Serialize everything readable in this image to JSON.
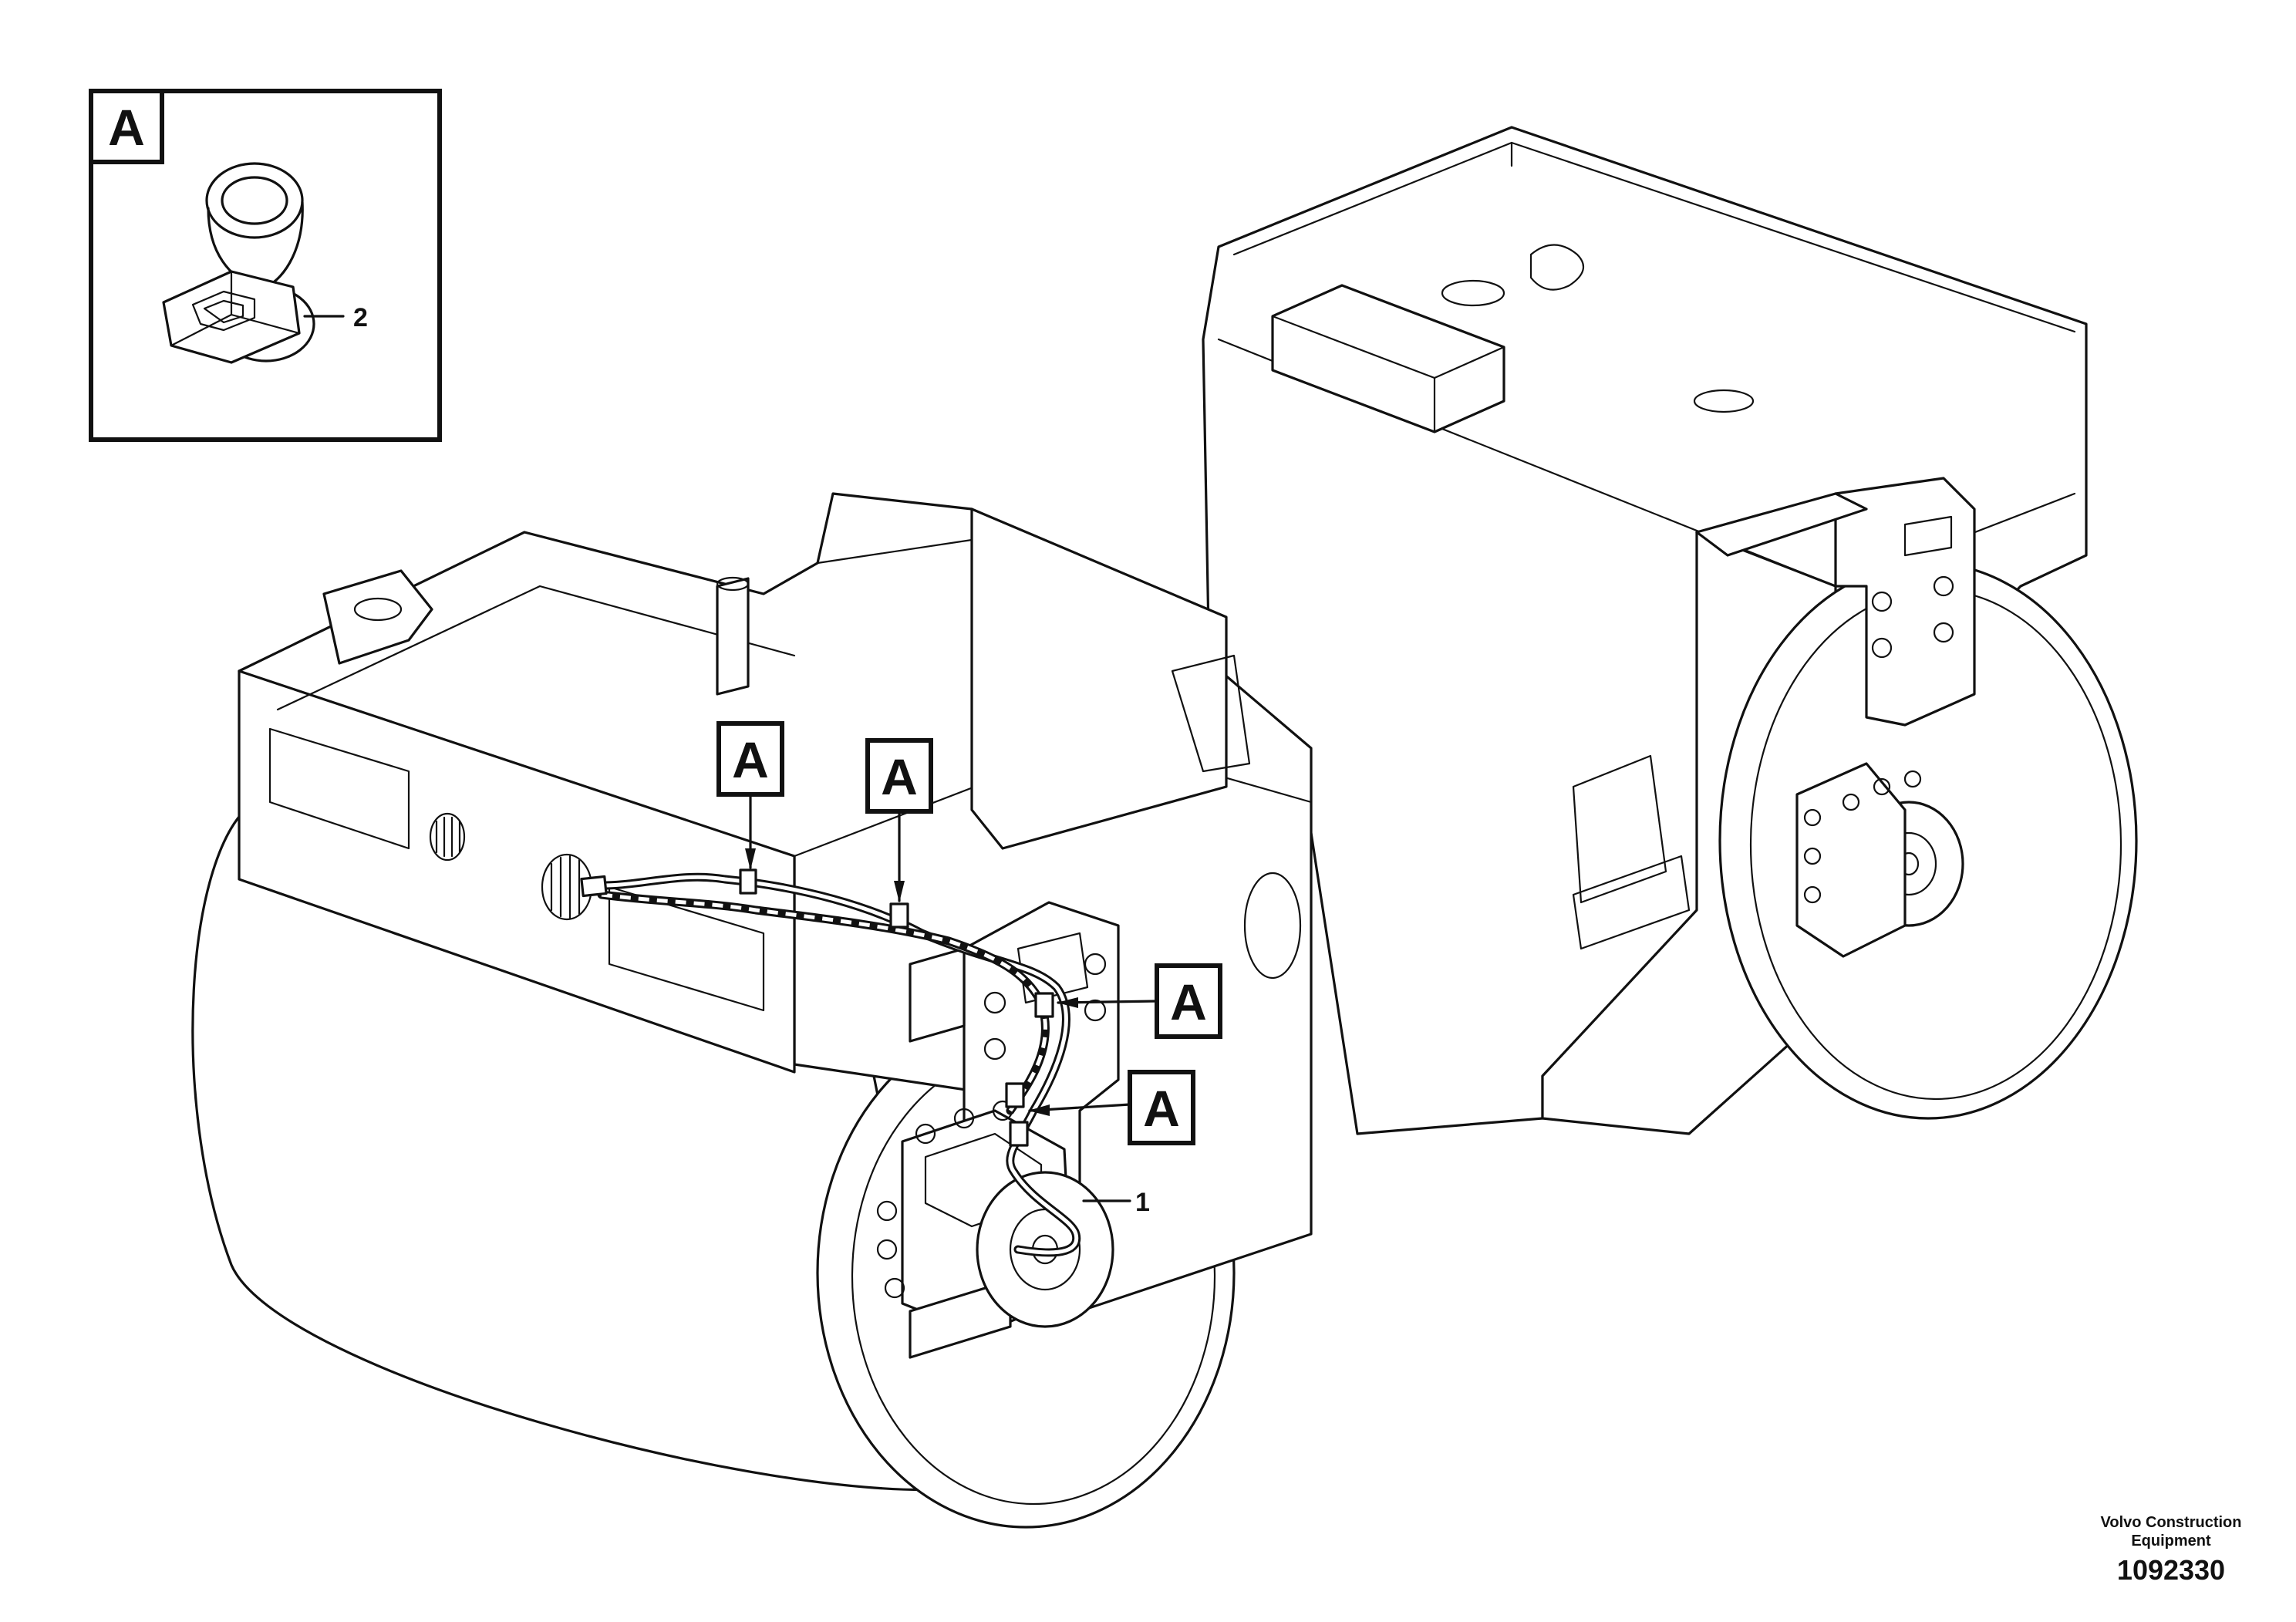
{
  "callouts": {
    "letter": "A"
  },
  "items": {
    "item1": "1",
    "item2": "2"
  },
  "credit": {
    "line1": "Volvo Construction",
    "line2": "Equipment",
    "drawing_number": "1092330"
  }
}
